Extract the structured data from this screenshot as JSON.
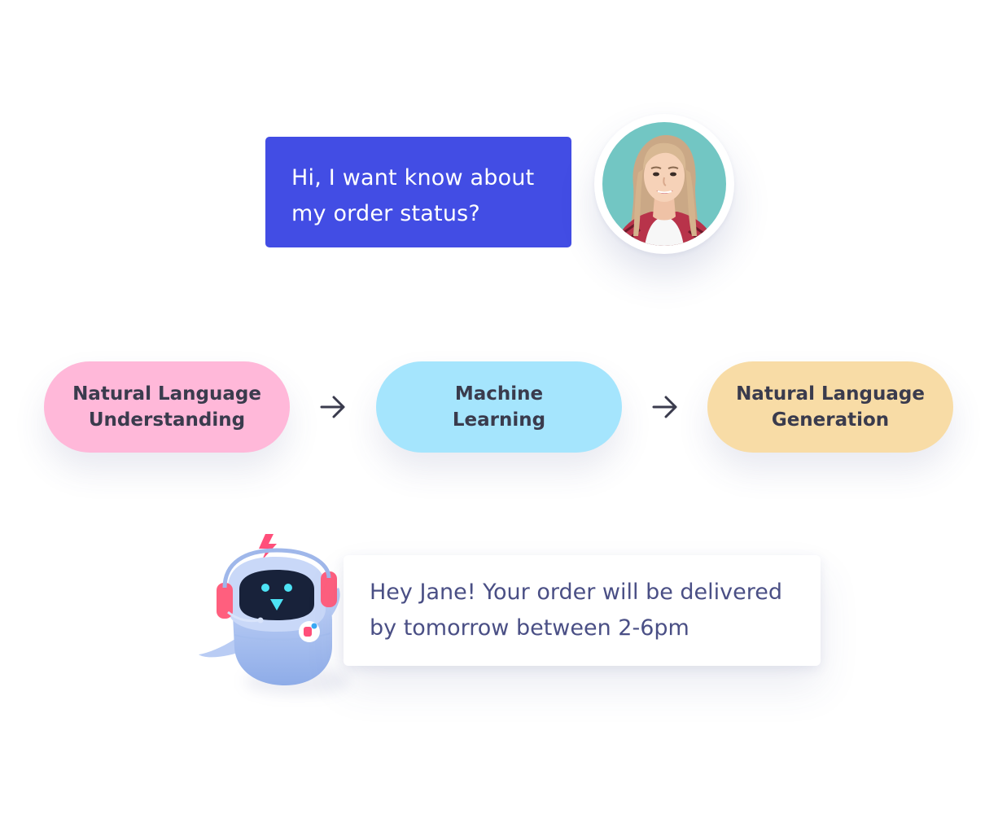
{
  "user_message": {
    "lines": [
      "Hi, I want know about",
      "my order status?"
    ]
  },
  "pipeline": {
    "steps": [
      {
        "lines": [
          "Natural Language",
          "Understanding"
        ],
        "color": "#ffb8d9"
      },
      {
        "lines": [
          "Machine",
          "Learning"
        ],
        "color": "#a5e5fd"
      },
      {
        "lines": [
          "Natural Language",
          "Generation"
        ],
        "color": "#f8dca6"
      }
    ]
  },
  "bot_message": {
    "lines": [
      "Hey Jane! Your order will be delivered",
      "by tomorrow between 2-6pm"
    ]
  },
  "icons": {
    "avatar": "user-avatar",
    "arrow": "arrow-right-icon",
    "bot": "robot-mascot-icon"
  },
  "colors": {
    "user_bubble": "#424de4",
    "bot_text": "#4a4f85",
    "pill_text": "#3a3b4d"
  }
}
